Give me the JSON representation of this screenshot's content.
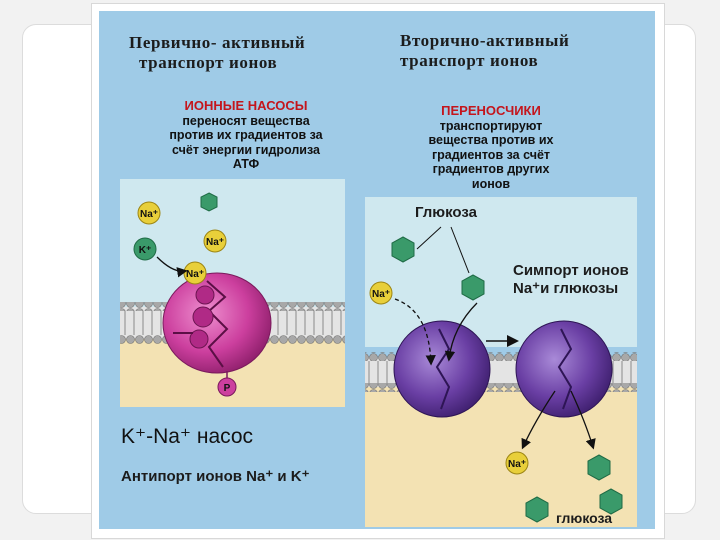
{
  "left": {
    "title_line1": "Первично- активный",
    "title_line2": "транспорт ионов",
    "heading": "ИОННЫЕ НАСОСЫ",
    "desc_line1": "переносят вещества",
    "desc_line2": "против их градиентов за",
    "desc_line3": "счёт энергии гидролиза",
    "desc_line4": "АТФ",
    "pump_label": "K⁺-Na⁺ насос",
    "antiport_label": "Антипорт ионов Na⁺ и K⁺"
  },
  "right": {
    "title_line1": "Вторично-активный",
    "title_line2": "транспорт  ионов",
    "heading": "ПЕРЕНОСЧИКИ",
    "desc_line1": "транспортируют",
    "desc_line2": "вещества против их",
    "desc_line3": "градиентов за счёт",
    "desc_line4": "градиентов других",
    "desc_line5": "ионов",
    "glucose_top": "Глюкоза",
    "symport_line1": "Симпорт ионов",
    "symport_line2": "Na⁺и глюкозы",
    "glucose_bottom": "глюкоза"
  },
  "ions": {
    "na": "Na⁺",
    "k": "K⁺",
    "p": "P"
  },
  "colors": {
    "panel_bg": "#9fcbe7",
    "cell_top": "#cfe8ef",
    "cytoplasm": "#f3e2b3",
    "pump": "#cc3f9e",
    "carrier": "#6a3fa4",
    "na_ion": "#e8cf3a",
    "glucose": "#3a9a6a",
    "heading_red": "#c4151c"
  }
}
